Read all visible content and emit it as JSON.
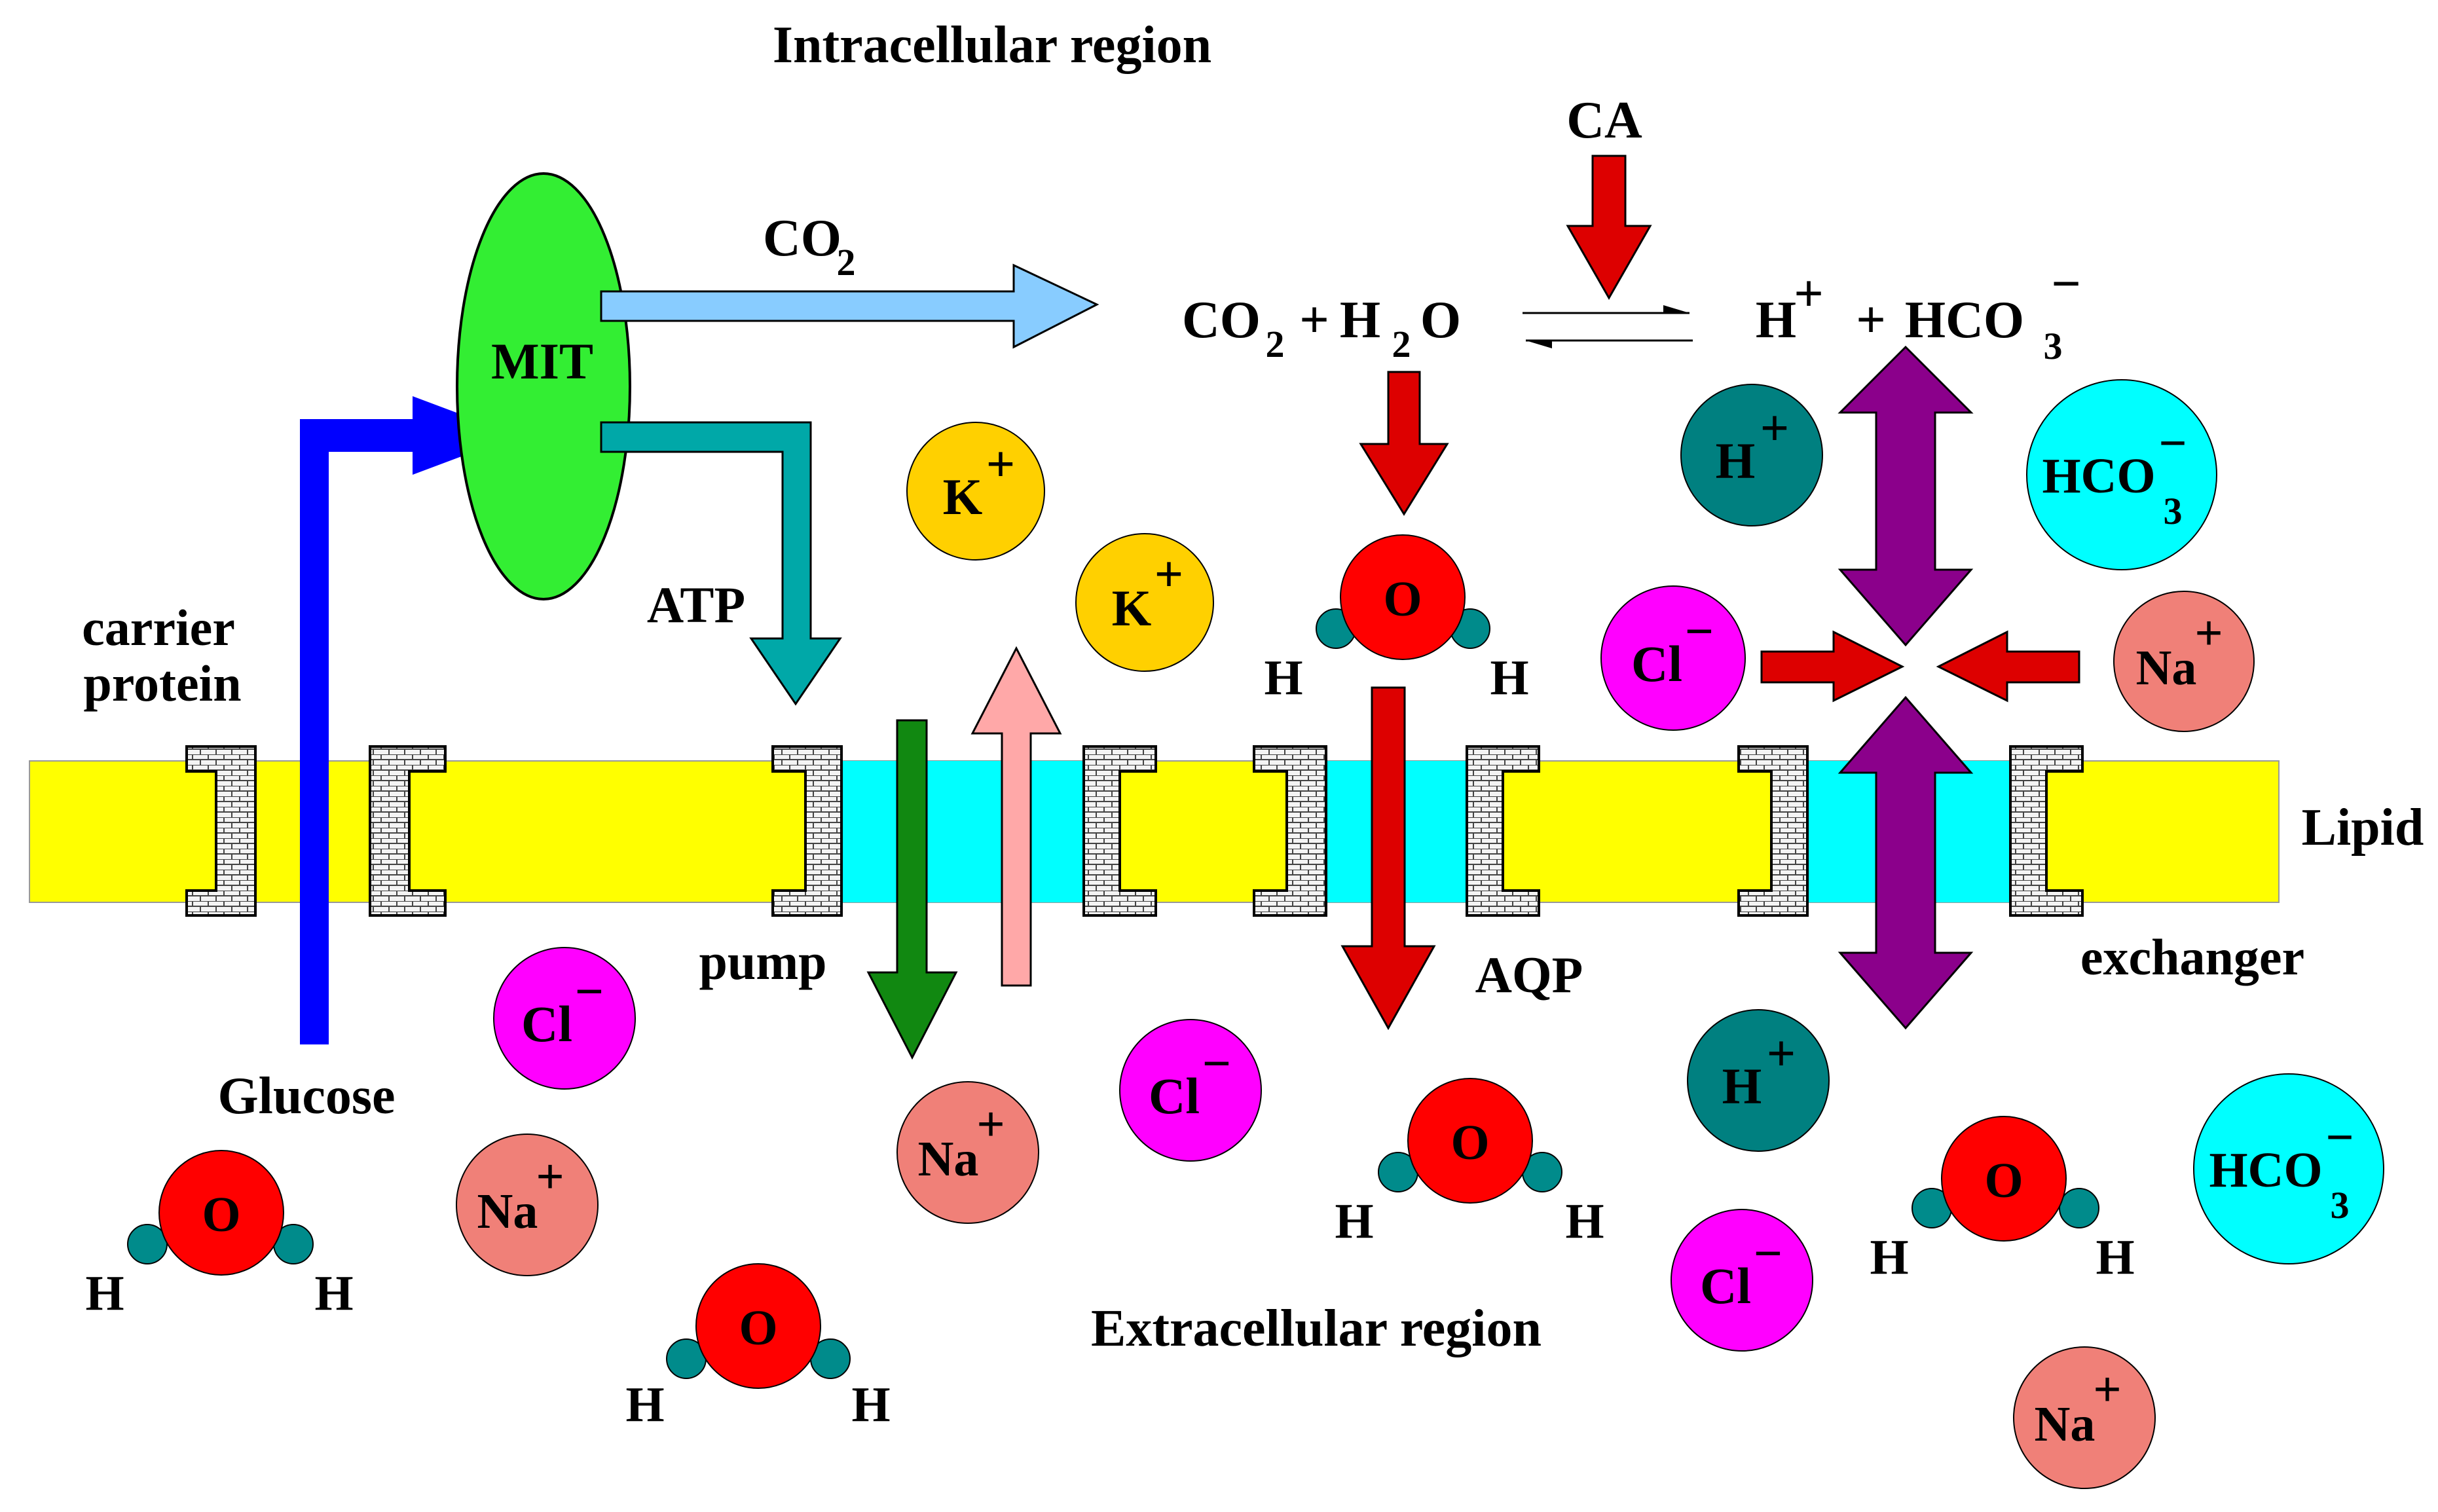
{
  "labels": {
    "intracellular": "Intracellular region",
    "extracellular": "Extracellular region",
    "lipid": "Lipid",
    "carrier_line1": "carrier",
    "carrier_line2": "protein",
    "glucose": "Glucose",
    "pump": "pump",
    "aqp": "AQP",
    "exchanger": "exchanger",
    "atp": "ATP",
    "mit": "MIT",
    "ca": "CA",
    "co2_arrow_main": "CO",
    "co2_arrow_sub": "2"
  },
  "equation": {
    "left_co": "CO",
    "left_sub2": "2",
    "plus1": "+",
    "h": "H",
    "h_sub2": "2",
    "o": "O",
    "right_h": "H",
    "right_hsup": "+",
    "plus2": "+",
    "hco": "HCO",
    "hco_sub": "3",
    "hco_sup": "−"
  },
  "ions": {
    "k": "K",
    "k_sup": "+",
    "na": "Na",
    "na_sup": "+",
    "cl": "Cl",
    "cl_sup": "−",
    "h": "H",
    "h_sup": "+",
    "hco": "HCO",
    "hco_sub": "3",
    "hco_sup": "−"
  },
  "water": {
    "o": "O",
    "h": "H"
  },
  "colors": {
    "lipid": "#ffff00",
    "channel_band": "#00ffff",
    "mit": "#33ee33",
    "co2_arrow": "#88ccff",
    "atp_arrow": "#00a8a8",
    "glucose_arrow": "#0000ff",
    "red_arrow": "#dd0000",
    "purple_arrow": "#8b008b",
    "green_arrow": "#118811",
    "pink_arrow": "#ffa8a8",
    "k_ion": "#ffd000",
    "na_ion": "#f08078",
    "cl_ion": "#ff00ff",
    "h_ion": "#008080",
    "hco3_ion": "#00ffff",
    "oxygen": "#ff0000",
    "hydrogen": "#008b8b"
  }
}
